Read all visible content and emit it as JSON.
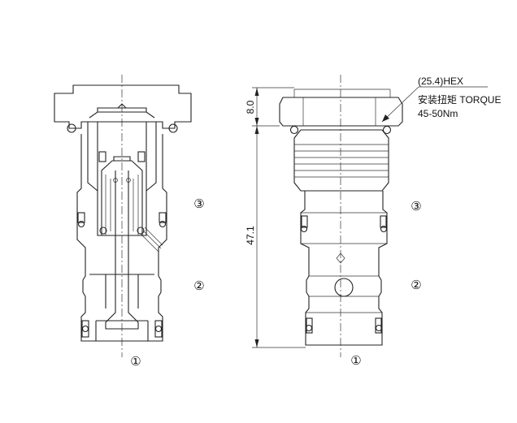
{
  "title": "Cartridge valve drawing",
  "section_view": {
    "ports": {
      "port3": "③",
      "port2": "②",
      "port1": "①"
    }
  },
  "outline_view": {
    "ports": {
      "port3": "③",
      "port2": "②",
      "port1": "①"
    },
    "dimensions": {
      "hex_height": "8.0",
      "body_length": "47.1"
    },
    "callout": {
      "hex": "(25.4)HEX",
      "torque": "安装扭矩 TORQUE",
      "torque_value": "45-50Nm"
    }
  }
}
